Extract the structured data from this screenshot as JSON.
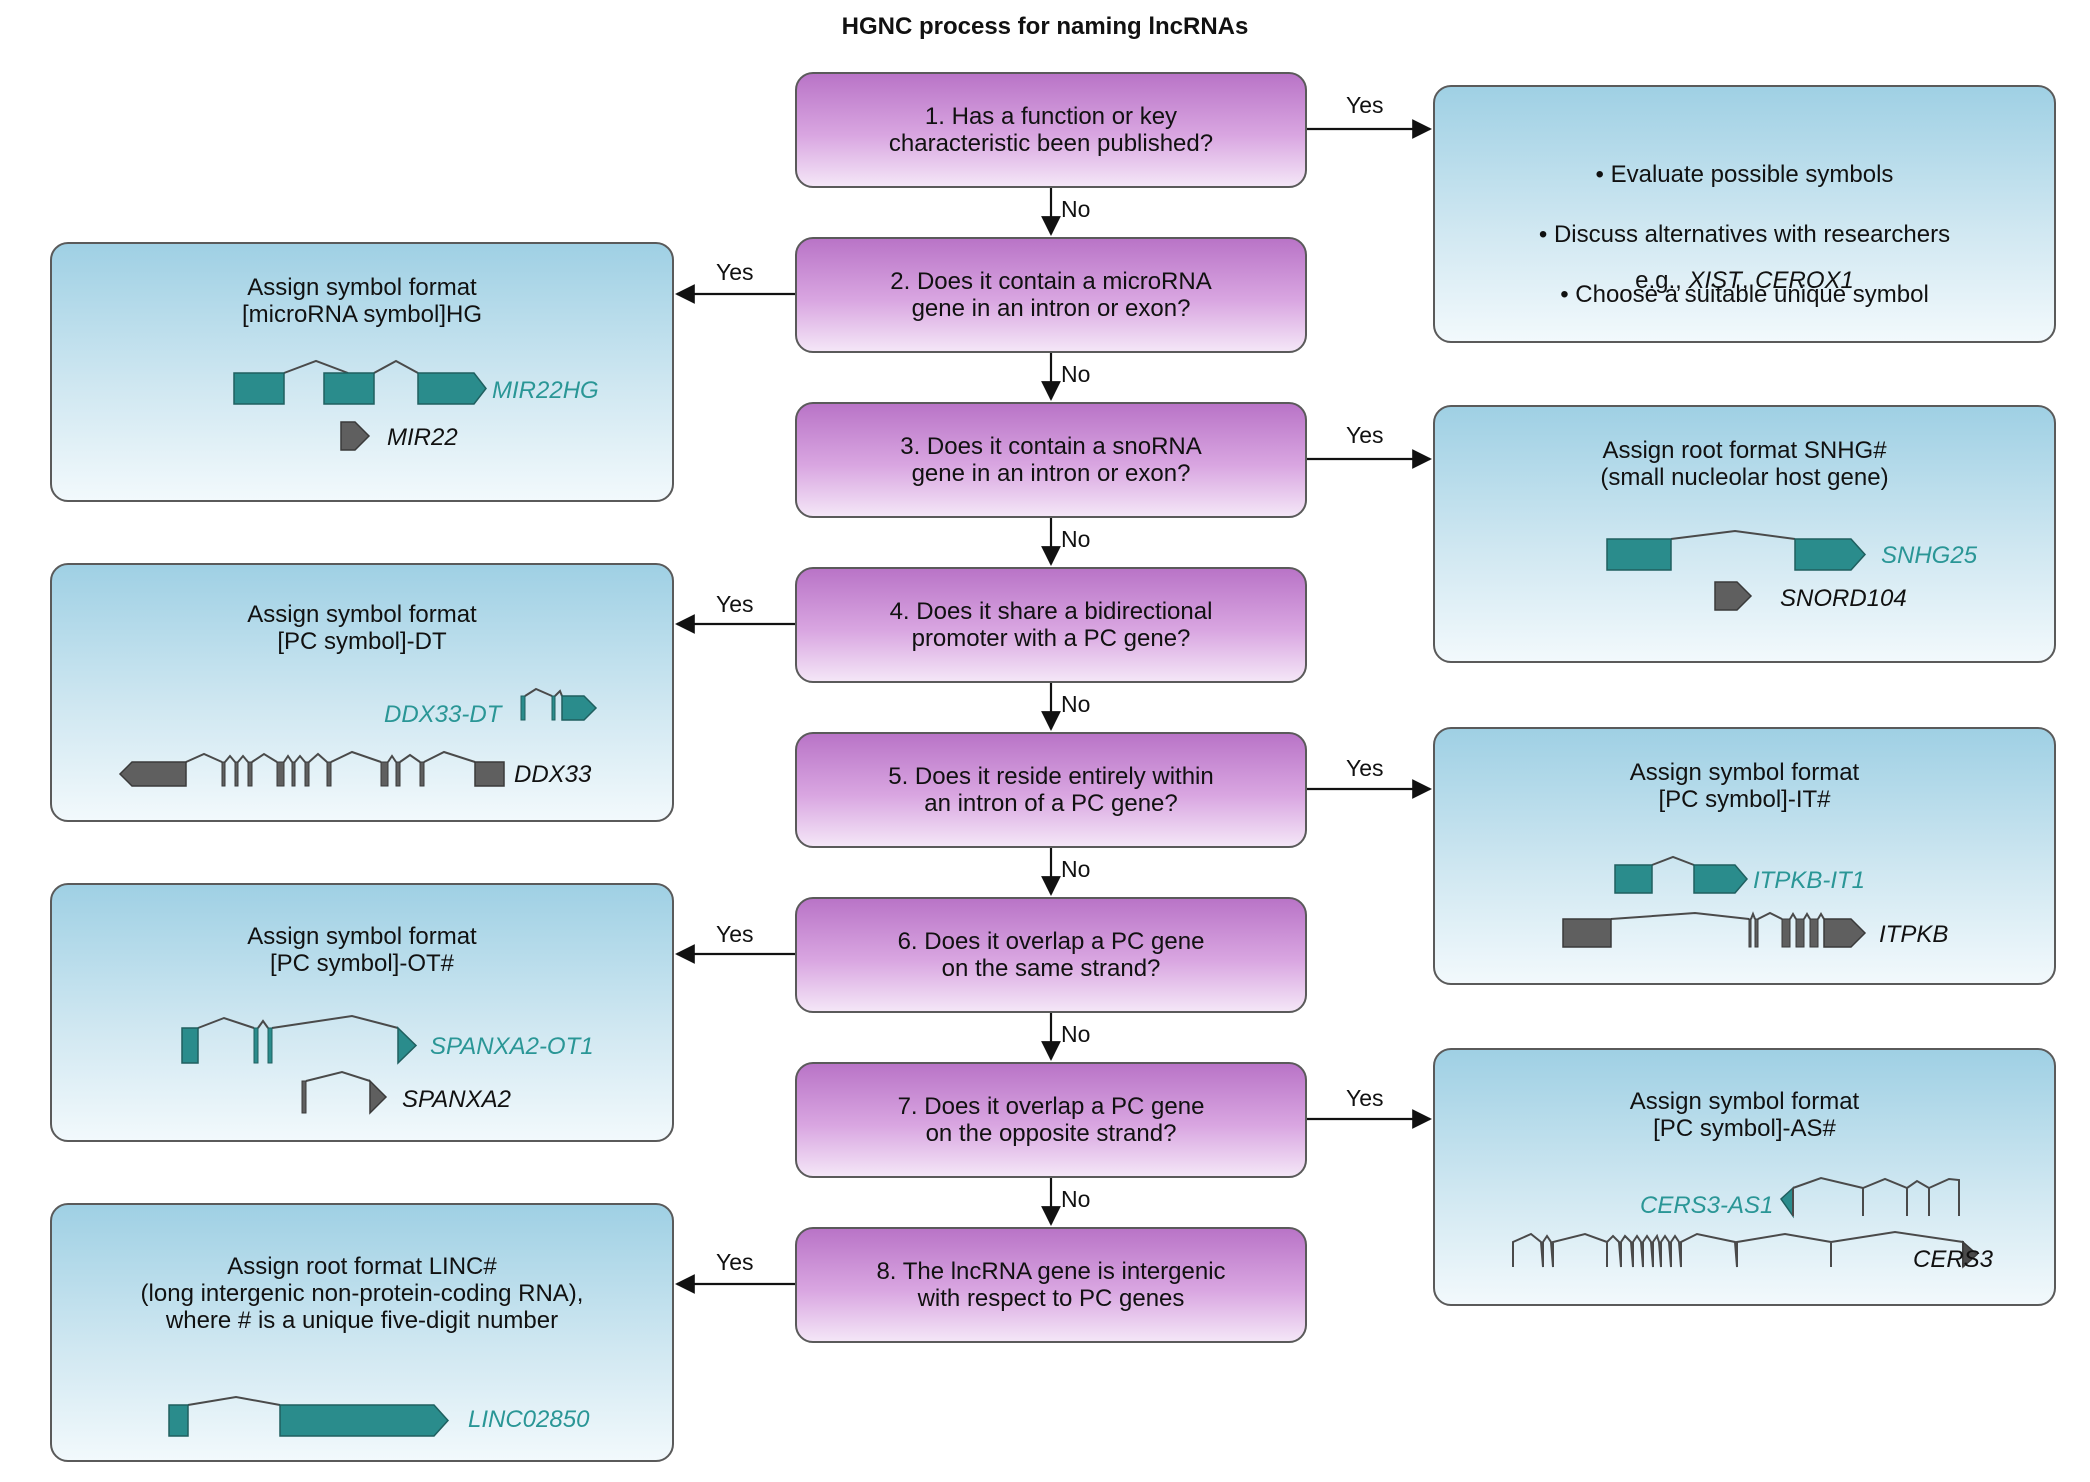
{
  "title": "HGNC process for naming lncRNAs",
  "colors": {
    "question_box": "#c98bd4",
    "result_box": "#b6dbea",
    "lncrna_teal": "#2a8c8c",
    "pc_gene_gray": "#5f5f5f"
  },
  "labels": {
    "yes": "Yes",
    "no": "No"
  },
  "questions": [
    {
      "text": "1. Has a function or key\ncharacteristic been published?"
    },
    {
      "text": "2. Does it contain a microRNA\ngene in an intron or exon?"
    },
    {
      "text": "3. Does it contain a snoRNA\ngene in an intron or exon?"
    },
    {
      "text": "4. Does it share a bidirectional\npromoter with a PC gene?"
    },
    {
      "text": "5. Does it reside entirely within\nan intron of a PC gene?"
    },
    {
      "text": "6. Does it overlap a PC gene\non the same strand?"
    },
    {
      "text": "7. Does it overlap a PC gene\non the opposite strand?"
    },
    {
      "text": "8. The lncRNA gene is intergenic\nwith respect to PC genes"
    }
  ],
  "results": {
    "function": {
      "bullets": [
        "• Evaluate possible symbols",
        "• Discuss alternatives with researchers",
        "• Choose a suitable unique symbol"
      ],
      "example_prefix": "e.g., ",
      "example_1": "XIST",
      "example_sep": ", ",
      "example_2": "CEROX1"
    },
    "microrna": {
      "text": "Assign symbol format\n[microRNA symbol]HG",
      "lnc_gene": "MIR22HG",
      "pc_gene": "MIR22"
    },
    "snorna": {
      "text": "Assign root format SNHG#\n(small nucleolar host gene)",
      "lnc_gene": "SNHG25",
      "pc_gene": "SNORD104"
    },
    "bidirectional": {
      "text": "Assign symbol format\n[PC symbol]-DT",
      "lnc_gene": "DDX33-DT",
      "pc_gene": "DDX33"
    },
    "intronic": {
      "text": "Assign symbol format\n[PC symbol]-IT#",
      "lnc_gene": "ITPKB-IT1",
      "pc_gene": "ITPKB"
    },
    "overlap_same": {
      "text": "Assign symbol format\n[PC symbol]-OT#",
      "lnc_gene": "SPANXA2-OT1",
      "pc_gene": "SPANXA2"
    },
    "overlap_opposite": {
      "text": "Assign symbol format\n[PC symbol]-AS#",
      "lnc_gene": "CERS3-AS1",
      "pc_gene": "CERS3"
    },
    "intergenic": {
      "text": "Assign root format LINC#\n(long intergenic non-protein-coding RNA),\nwhere # is a unique five-digit number",
      "lnc_gene": "LINC02850"
    }
  }
}
